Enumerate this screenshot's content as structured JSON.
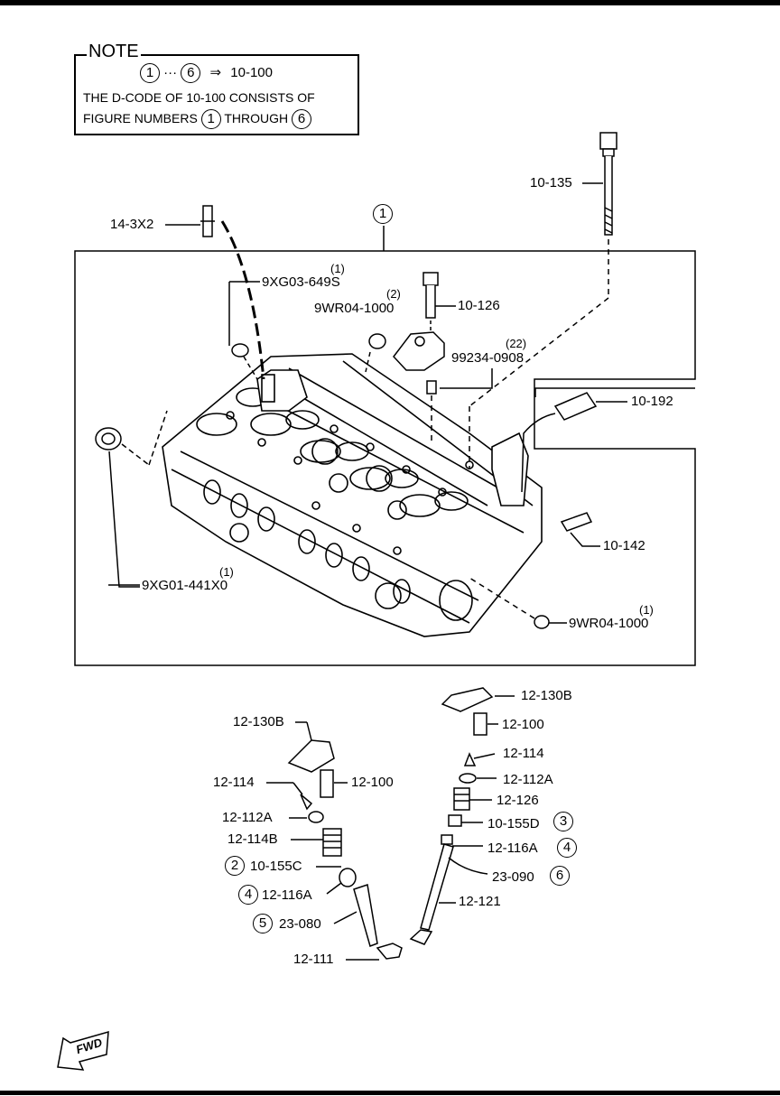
{
  "note": {
    "title": "NOTE",
    "line1_start": "1",
    "line1_ellipsis": "···",
    "line1_end": "6",
    "line1_arrow": "⇒",
    "line1_code": "10-100",
    "line2": "THE D-CODE OF  10-100  CONSISTS OF",
    "line3_pre": "FIGURE NUMBERS",
    "line3_start": "1",
    "line3_mid": "THROUGH",
    "line3_end": "6"
  },
  "callouts": {
    "group_number": "1",
    "p_10_135": "10-135",
    "p_14_3x2": "14-3X2",
    "p_9xg03_qty": "(1)",
    "p_9xg03": "9XG03-649S",
    "p_9wr04_top_qty": "(2)",
    "p_9wr04_top": "9WR04-1000",
    "p_10_126": "10-126",
    "p_99234_qty": "(22)",
    "p_99234": "99234-0908",
    "p_10_192": "10-192",
    "p_10_142": "10-142",
    "p_9xg01_qty": "(1)",
    "p_9xg01": "9XG01-441X0",
    "p_9wr04_bot_qty": "(1)",
    "p_9wr04_bot": "9WR04-1000"
  },
  "valvetrain_left": {
    "rocker": "12-130B",
    "lash": "12-100",
    "cotter": "12-114",
    "seat_upper": "12-112A",
    "spring": "12-114B",
    "seal_ref": "2",
    "seal": "10-155C",
    "retainer_ref": "4",
    "retainer": "12-116A",
    "guide_ref": "5",
    "guide": "23-080",
    "valve": "12-111"
  },
  "valvetrain_right": {
    "rocker": "12-130B",
    "lash": "12-100",
    "cotter": "12-114",
    "seat_upper": "12-112A",
    "spring": "12-126",
    "seal": "10-155D",
    "seal_ref": "3",
    "retainer": "12-116A",
    "retainer_ref": "4",
    "guide": "23-090",
    "guide_ref": "6",
    "valve": "12-121"
  },
  "fwd": "FWD"
}
